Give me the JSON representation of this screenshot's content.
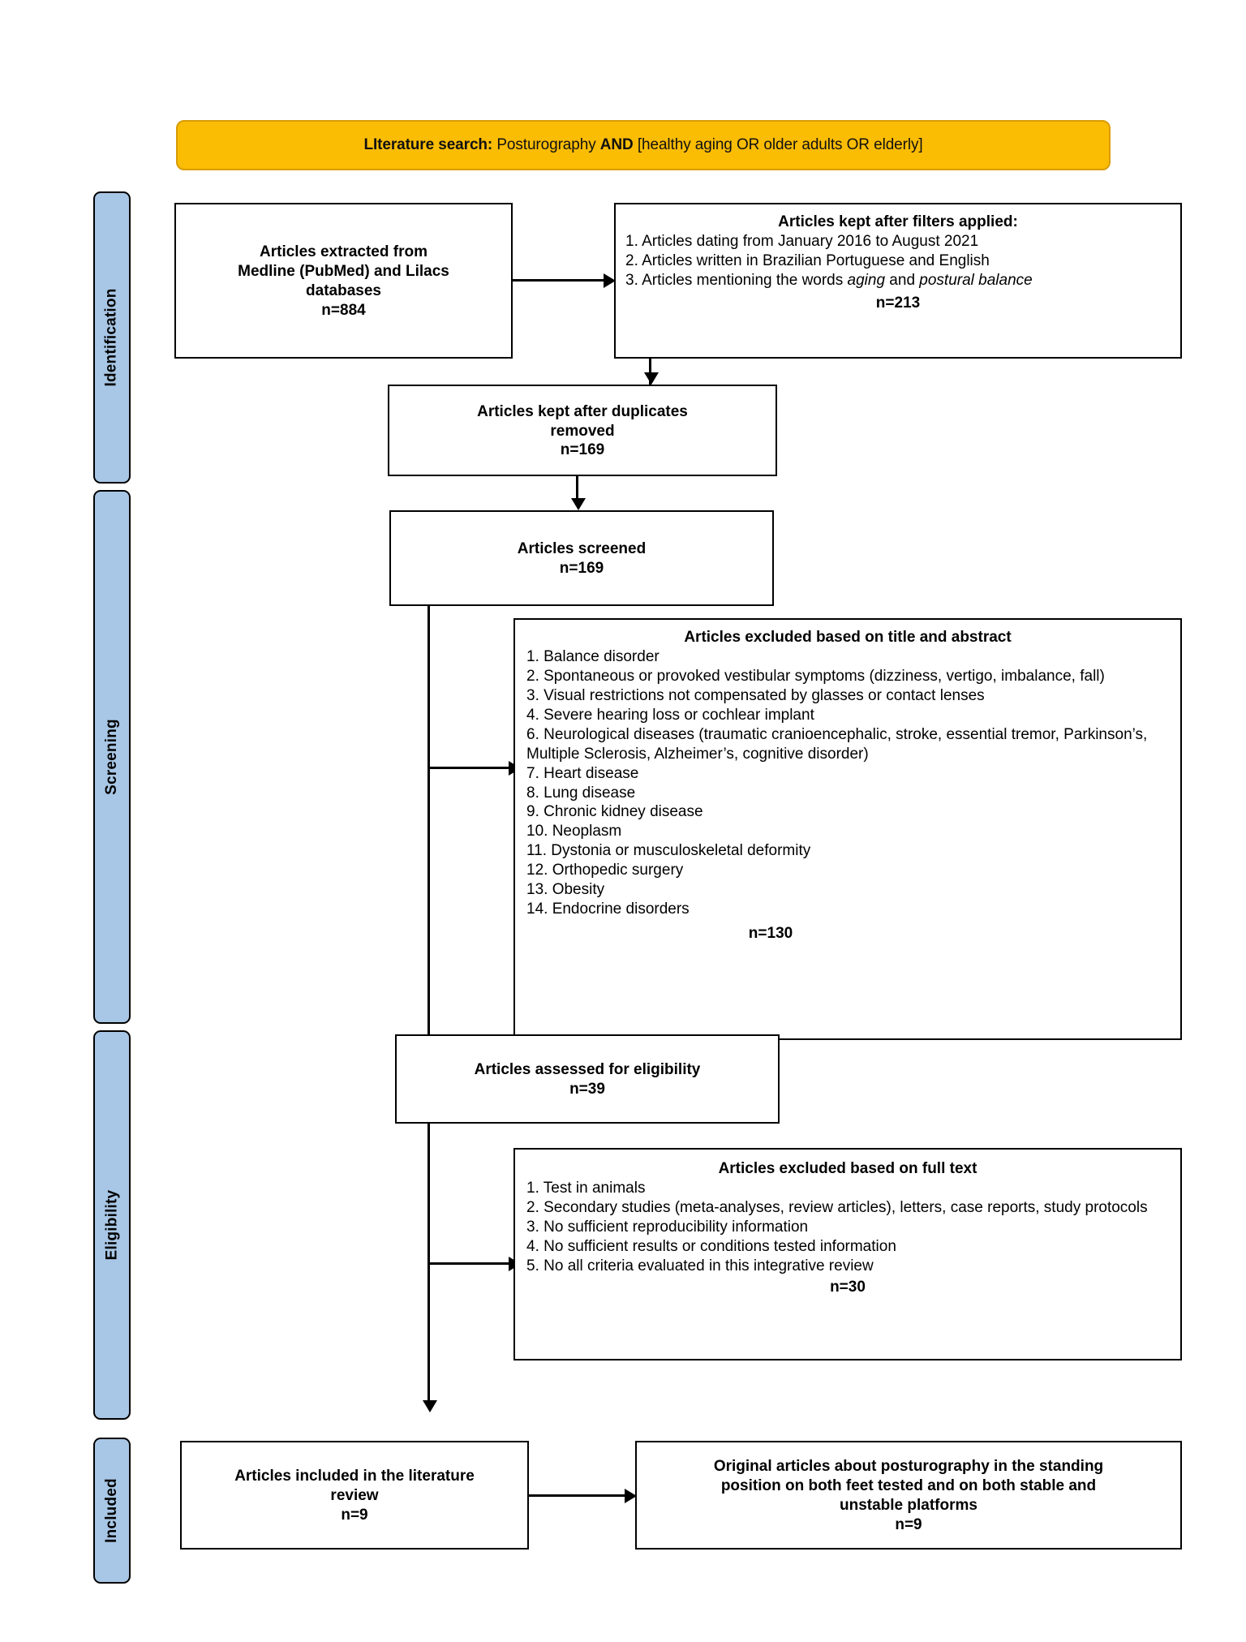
{
  "banner": {
    "label_bold": "LIterature search:",
    "label_rest": " Posturography ",
    "and": "AND",
    "tail": " [healthy aging OR older adults OR elderly]"
  },
  "stages": [
    {
      "name": "identification",
      "label": "Identification"
    },
    {
      "name": "screening",
      "label": "Screening"
    },
    {
      "name": "eligibility",
      "label": "Eligibility"
    },
    {
      "name": "included",
      "label": "Included"
    }
  ],
  "boxes": {
    "extracted": {
      "lines": [
        "Articles extracted from",
        "Medline (PubMed) and Lilacs",
        "databases"
      ],
      "n": "n=884"
    },
    "filters": {
      "title": "Articles kept after filters applied:",
      "items": [
        "1. Articles dating from January 2016 to August 2021",
        "2. Articles written in Brazilian Portuguese and English",
        "3. Articles mentioning the words aging and postural balance"
      ],
      "item3_pre": "3.  Articles  mentioning  the  words  ",
      "item3_i1": "aging",
      "item3_mid": "  and  ",
      "item3_i2": "postural balance",
      "n": "n=213"
    },
    "duplicates": {
      "lines": [
        "Articles kept after duplicates",
        "removed"
      ],
      "n": "n=169"
    },
    "screened": {
      "lines": [
        "Articles screened"
      ],
      "n": "n=169"
    },
    "excluded_title_abstract": {
      "title": "Articles excluded based on title and abstract",
      "items": [
        "1. Balance disorder",
        "2. Spontaneous or provoked vestibular symptoms (dizziness, vertigo, imbalance, fall)",
        "3. Visual restrictions not compensated by glasses or contact lenses",
        "4. Severe hearing loss or cochlear implant",
        "6. Neurological diseases (traumatic cranioencephalic, stroke, essential tremor, Parkinson’s, Multiple Sclerosis, Alzheimer’s, cognitive disorder)",
        "7. Heart disease",
        "8. Lung disease",
        "9. Chronic kidney disease",
        "10. Neoplasm",
        "11. Dystonia or musculoskeletal deformity",
        "12. Orthopedic surgery",
        "13. Obesity",
        "14. Endocrine disorders"
      ],
      "n": "n=130"
    },
    "eligibility_assessed": {
      "lines": [
        "Articles assessed for eligibility"
      ],
      "n": "n=39"
    },
    "excluded_full_text": {
      "title": "Articles excluded based on full text",
      "items": [
        "1. Test in animals",
        "2. Secondary studies (meta-analyses, review articles), letters, case reports, study protocols",
        "3. No sufficient reproducibility information",
        "4. No sufficient results or conditions tested information",
        "5. No all criteria evaluated in this integrative review"
      ],
      "n": "n=30"
    },
    "included_review": {
      "lines": [
        "Articles included in the literature",
        "review"
      ],
      "n": "n=9"
    },
    "original_articles": {
      "lines": [
        "Original articles about posturography in the standing",
        "position on both feet tested and on both stable and",
        "unstable platforms"
      ],
      "n": "n=9"
    }
  },
  "colors": {
    "banner_fill": "#FBBC04",
    "banner_border": "#D99C06",
    "stage_fill": "#A8C6E5",
    "line": "#000000"
  }
}
